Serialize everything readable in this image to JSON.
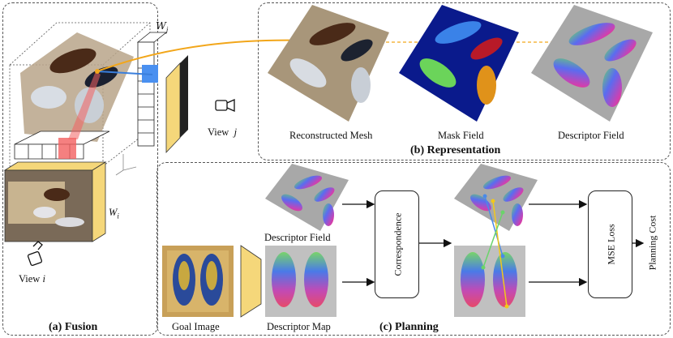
{
  "fusion": {
    "title": "(a) Fusion",
    "view_i_label": "View",
    "view_i_var": "i",
    "view_j_label": "View",
    "view_j_var": "j",
    "w_i": "W",
    "w_i_sub": "i",
    "w_j": "W",
    "w_j_sub": "j"
  },
  "representation": {
    "title": "(b) Representation",
    "items": [
      "Reconstructed Mesh",
      "Mask Field",
      "Descriptor Field"
    ]
  },
  "planning": {
    "title": "(c) Planning",
    "descriptor_field": "Descriptor Field",
    "correspondence": "Correspondence",
    "mse_loss": "MSE Loss",
    "planning_cost": "Planning Cost",
    "goal_image": "Goal Image",
    "descriptor_map": "Descriptor Map"
  },
  "colors": {
    "accent_orange": "#f2a61a",
    "ray_blue": "#3a7fdc",
    "voxel_red": "#f26060",
    "camera_yellow": "#f5d77a",
    "mask_navy": "#0a1a8c"
  }
}
